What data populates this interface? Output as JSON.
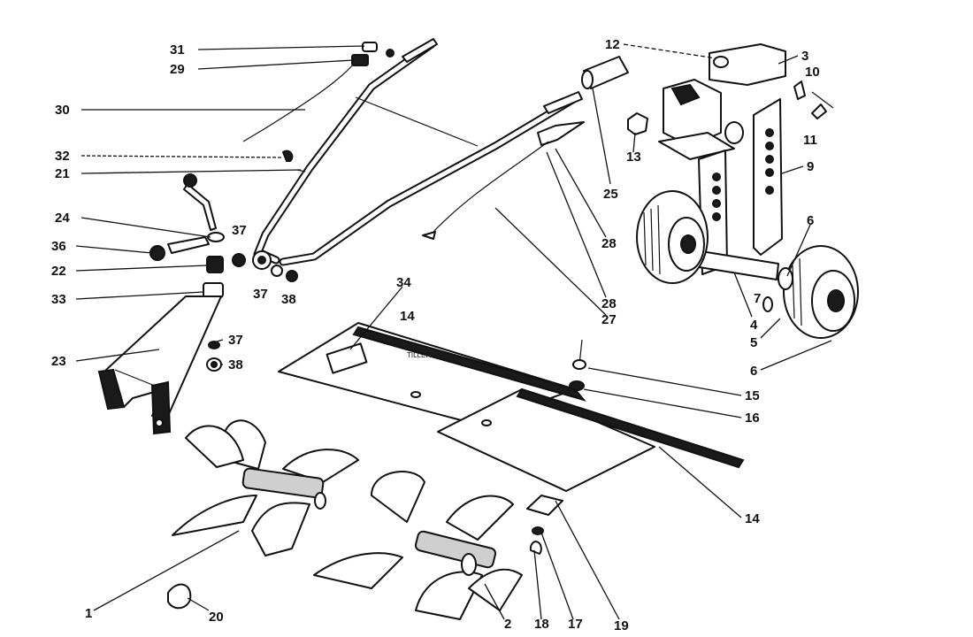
{
  "diagram": {
    "callouts": [
      {
        "id": "c31",
        "text": "31"
      },
      {
        "id": "c29",
        "text": "29"
      },
      {
        "id": "c30",
        "text": "30"
      },
      {
        "id": "c32",
        "text": "32"
      },
      {
        "id": "c21",
        "text": "21"
      },
      {
        "id": "c24",
        "text": "24"
      },
      {
        "id": "c37a",
        "text": "37"
      },
      {
        "id": "c36",
        "text": "36"
      },
      {
        "id": "c22",
        "text": "22"
      },
      {
        "id": "c33",
        "text": "33"
      },
      {
        "id": "c37b",
        "text": "37"
      },
      {
        "id": "c38a",
        "text": "38"
      },
      {
        "id": "c23",
        "text": "23"
      },
      {
        "id": "c37c",
        "text": "37"
      },
      {
        "id": "c38b",
        "text": "38"
      },
      {
        "id": "c34",
        "text": "34"
      },
      {
        "id": "c14a",
        "text": "14"
      },
      {
        "id": "c12",
        "text": "12"
      },
      {
        "id": "c3",
        "text": "3"
      },
      {
        "id": "c10",
        "text": "10"
      },
      {
        "id": "c13",
        "text": "13"
      },
      {
        "id": "c11",
        "text": "11"
      },
      {
        "id": "c9",
        "text": "9"
      },
      {
        "id": "c25",
        "text": "25"
      },
      {
        "id": "c28a",
        "text": "28"
      },
      {
        "id": "c28b",
        "text": "28"
      },
      {
        "id": "c27",
        "text": "27"
      },
      {
        "id": "c6a",
        "text": "6"
      },
      {
        "id": "c7",
        "text": "7"
      },
      {
        "id": "c4",
        "text": "4"
      },
      {
        "id": "c5",
        "text": "5"
      },
      {
        "id": "c6b",
        "text": "6"
      },
      {
        "id": "c15",
        "text": "15"
      },
      {
        "id": "c16",
        "text": "16"
      },
      {
        "id": "c14b",
        "text": "14"
      },
      {
        "id": "c1",
        "text": "1"
      },
      {
        "id": "c20",
        "text": "20"
      },
      {
        "id": "c2",
        "text": "2"
      },
      {
        "id": "c18",
        "text": "18"
      },
      {
        "id": "c17",
        "text": "17"
      },
      {
        "id": "c19",
        "text": "19"
      }
    ]
  }
}
